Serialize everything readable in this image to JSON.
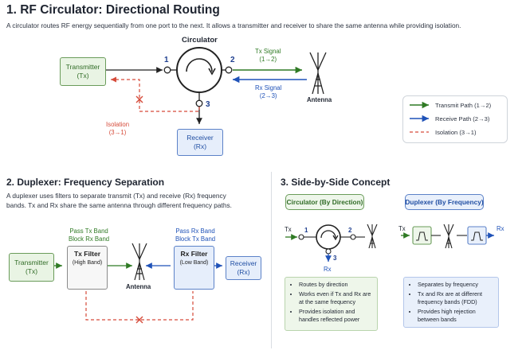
{
  "title": "1.  RF Circulator: Directional Routing",
  "intro": "A circulator routes RF energy sequentially from one port to the next. It allows a transmitter and receiver to share the same antenna while providing isolation.",
  "circulator": {
    "label": "Circulator",
    "transmitter": [
      "Transmitter",
      "(Tx)"
    ],
    "receiver": [
      "Receiver",
      "(Rx)"
    ],
    "antenna": "Antenna",
    "port1": "1",
    "port2": "2",
    "port3": "3",
    "tx_signal": [
      "Tx Signal",
      "(1→2)"
    ],
    "rx_signal": [
      "Rx Signal",
      "(2→3)"
    ],
    "isolation": [
      "Isolation",
      "(3→1)"
    ]
  },
  "legend": [
    {
      "label": "Transmit Path (1→2)",
      "color": "#2f7a24",
      "style": "solid"
    },
    {
      "label": "Receive Path (2→3)",
      "color": "#1f52b8",
      "style": "solid"
    },
    {
      "label": "Isolation (3→1)",
      "color": "#d64b3a",
      "style": "dashed"
    }
  ],
  "duplexer": {
    "heading": "2.  Duplexer: Frequency Separation",
    "text": "A duplexer uses filters to separate transmit (Tx) and receive (Rx) frequency bands. Tx and Rx share the same antenna through different frequency paths.",
    "transmitter": [
      "Transmitter",
      "(Tx)"
    ],
    "tx_filter": [
      "Tx Filter",
      "(High Band)"
    ],
    "rx_filter": [
      "Rx Filter",
      "(Low Band)"
    ],
    "receiver": [
      "Receiver",
      "(Rx)"
    ],
    "tx_pass": [
      "Pass Tx Band",
      "Block Rx Band"
    ],
    "rx_pass": [
      "Pass Rx Band",
      "Block Tx Band"
    ],
    "antenna": "Antenna"
  },
  "concept": {
    "heading": "3.  Side-by-Side Concept",
    "circ_tag": "Circulator (By Direction)",
    "dup_tag": "Duplexer (By Frequency)",
    "tx": "Tx",
    "rx": "Rx",
    "tx2": "Tx",
    "rx2": "Rx",
    "port1": "1",
    "port2": "2",
    "port3": "3",
    "circ_points": [
      "Routes by direction",
      "Works even if Tx and Rx are at the same frequency",
      "Provides isolation and handles reflected power"
    ],
    "dup_points": [
      "Separates by frequency",
      "Tx and Rx are at different frequency bands (FDD)",
      "Provides high rejection between bands"
    ]
  },
  "colors": {
    "tx": "#2f7a24",
    "rx": "#1f52b8",
    "isolation": "#d64b3a"
  }
}
